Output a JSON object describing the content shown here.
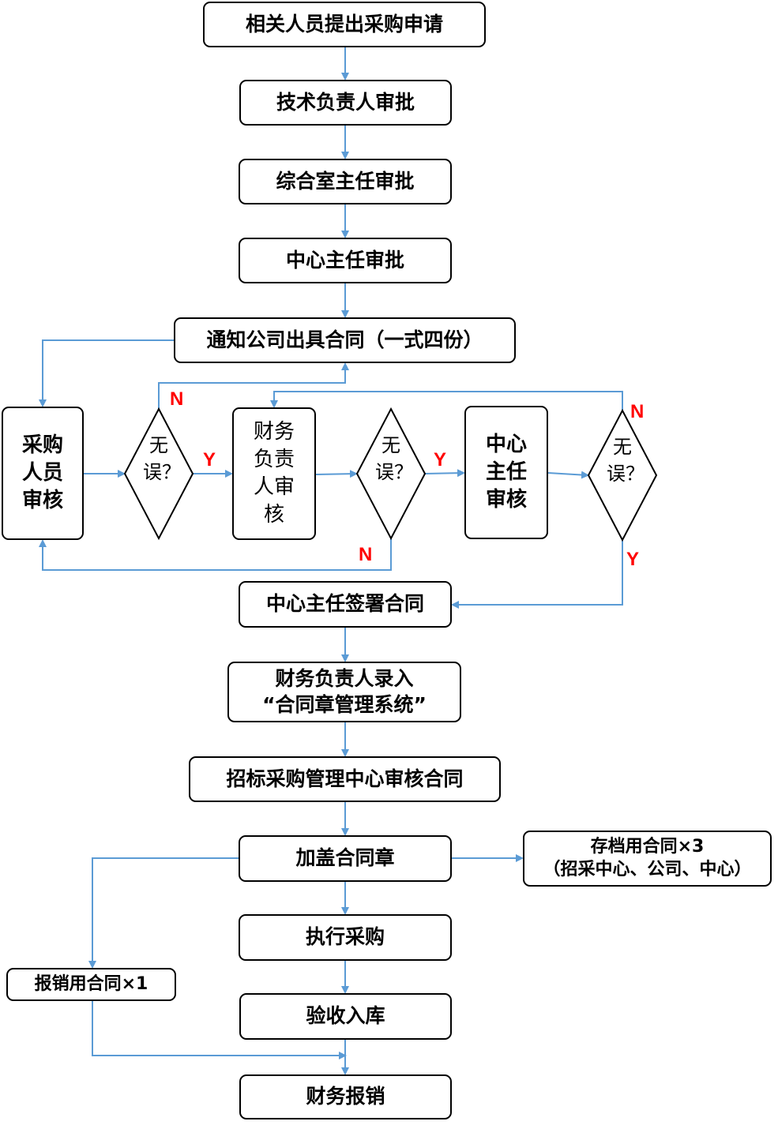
{
  "colors": {
    "connector": "#5b9bd5",
    "label": "#ff0000"
  },
  "steps": {
    "s1": "相关人员提出采购申请",
    "s2": "技术负责人审批",
    "s3": "综合室主任审批",
    "s4": "中心主任审批",
    "s5": "通知公司出具合同（一式四份）",
    "s6": "采购人员审核",
    "s7": "财务负责人审核",
    "s8": "中心主任审核",
    "s9": "中心主任签署合同",
    "s10_line1": "财务负责人录入",
    "s10_line2": "“合同章管理系统”",
    "s11": "招标采购管理中心审核合同",
    "s12": "加盖合同章",
    "s13_line1": "存档用合同×3",
    "s13_line2": "（招采中心、公司、中心）",
    "s14": "执行采购",
    "s15": "报销用合同×1",
    "s16": "验收入库",
    "s17": "财务报销"
  },
  "decision": "无误？",
  "labels": {
    "yes": "Y",
    "no": "N"
  }
}
